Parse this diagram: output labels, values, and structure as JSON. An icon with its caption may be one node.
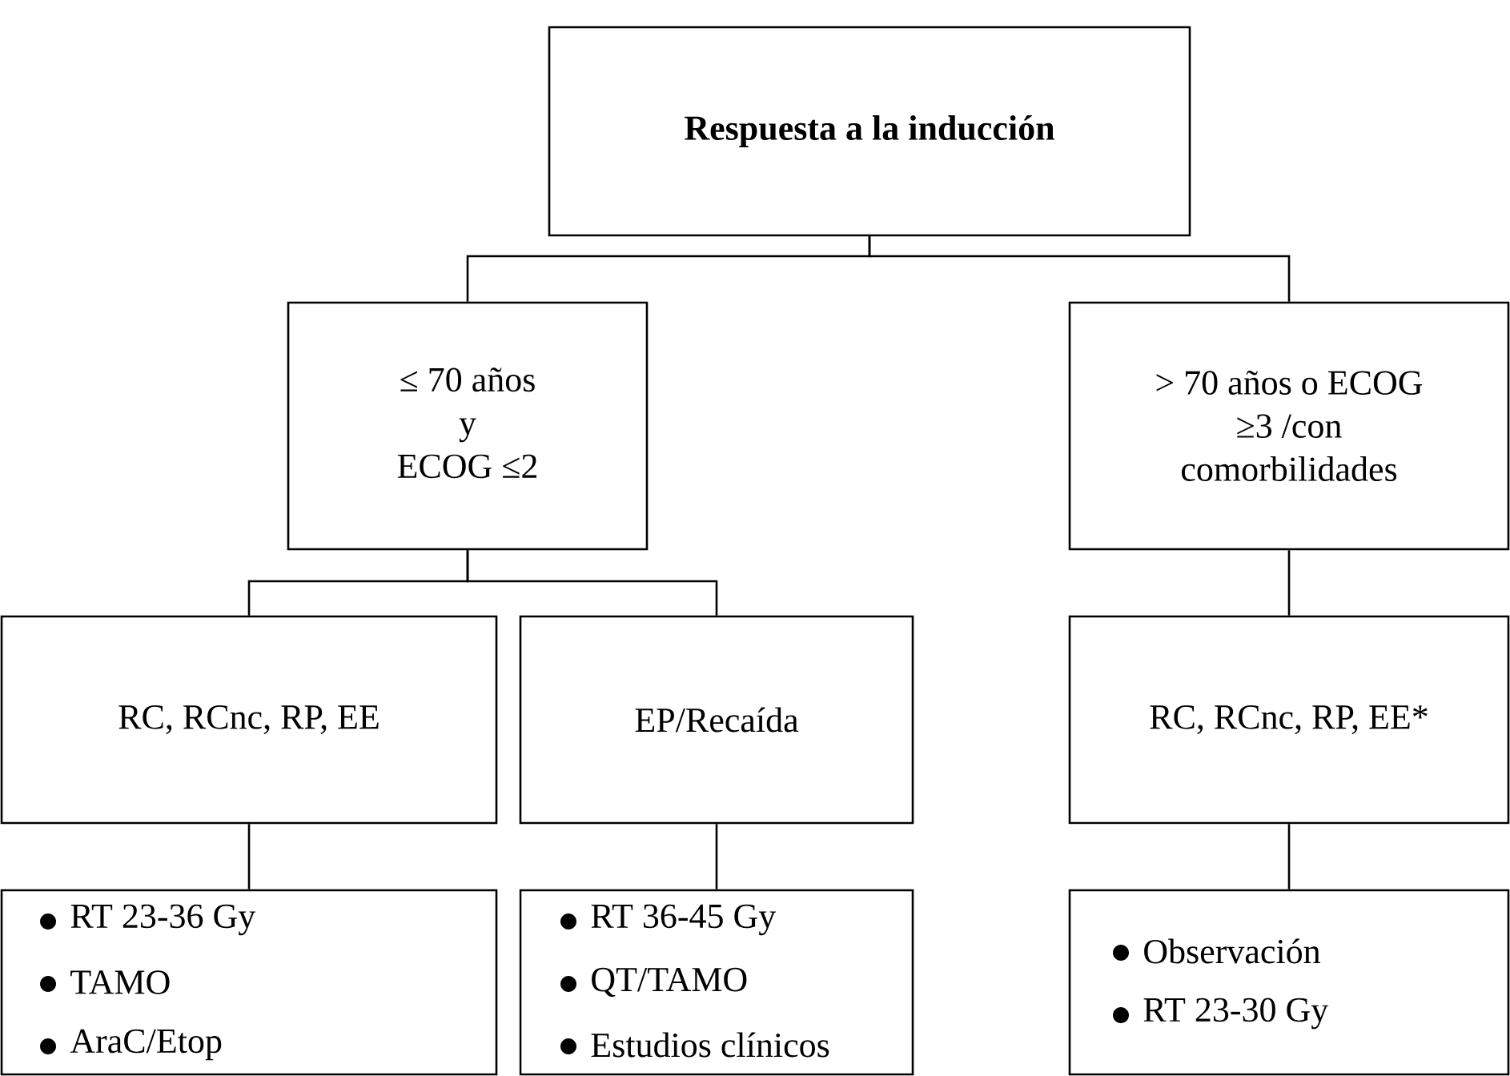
{
  "diagram": {
    "nodes": [
      {
        "text": [
          "Respuesta a la inducción"
        ]
      },
      {
        "text": [
          "≤ 70 años",
          "y",
          "ECOG ≤2"
        ]
      },
      {
        "text": [
          "> 70 años o ECOG ≥3 /con comorbilidades"
        ]
      },
      {
        "text": [
          "RC, RCnc, RP, EE"
        ]
      },
      {
        "text": [
          "EP/Recaída"
        ]
      },
      {
        "text": [
          "RC, RCnc, RP, EE*"
        ]
      },
      {
        "text": [
          "RT 23-36 Gy",
          "TAMO",
          "AraC/Etop"
        ]
      },
      {
        "text": [
          "RT 36-45 Gy",
          "QT/TAMO",
          "Estudios clínicos"
        ]
      },
      {
        "text": [
          "Observación",
          "RT 23-30 Gy"
        ]
      }
    ],
    "edges": [
      {
        "from": 0,
        "to": 1,
        "arrow": "none"
      },
      {
        "from": 0,
        "to": 2,
        "arrow": "none"
      },
      {
        "from": 1,
        "to": 3,
        "arrow": "none"
      },
      {
        "from": 1,
        "to": 4,
        "arrow": "none"
      },
      {
        "from": 2,
        "to": 5,
        "arrow": "none"
      },
      {
        "from": 3,
        "to": 6,
        "arrow": "none"
      },
      {
        "from": 4,
        "to": 7,
        "arrow": "none"
      },
      {
        "from": 5,
        "to": 8,
        "arrow": "none"
      }
    ]
  }
}
